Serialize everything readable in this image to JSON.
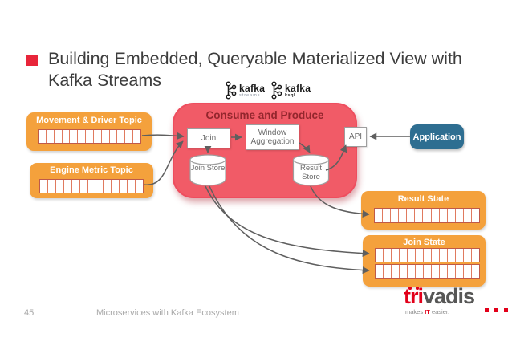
{
  "slide": {
    "title": "Building Embedded, Queryable Materialized View with Kafka Streams",
    "page_number": "45",
    "footer_text": "Microservices with Kafka Ecosystem"
  },
  "kafka_logos": [
    {
      "name": "kafka",
      "subtitle": "streams"
    },
    {
      "name": "kafka",
      "subtitle": "ksql"
    }
  ],
  "diagram": {
    "topics_left": [
      {
        "label": "Movement & Driver Topic",
        "cells": 13
      },
      {
        "label": "Engine Metric Topic",
        "cells": 13
      }
    ],
    "consume_produce": {
      "title": "Consume and Produce",
      "join_label": "Join",
      "window_aggregation_label": "Window Aggregation",
      "join_store_label": "Join Store",
      "result_store_label": "Result Store",
      "api_label": "API"
    },
    "application_label": "Application",
    "states_right": [
      {
        "label": "Result State",
        "cells": 13
      },
      {
        "label": "Join State",
        "cells": 13
      }
    ]
  },
  "trivadis_logo": {
    "brand_red": "tri",
    "brand_gray": "vadis",
    "tagline_pre": "makes ",
    "tagline_accent": "IT",
    "tagline_post": " easier."
  },
  "colors": {
    "bullet_red": "#e8253a",
    "topic_orange": "#f4a13c",
    "consume_box_red": "#f15b67",
    "consume_title_maroon": "#93262d",
    "application_blue": "#2e6e91",
    "queue_cell_border": "#e07a5f",
    "arrow_gray": "#5f5f5f",
    "trivadis_red": "#e2001a",
    "footer_gray": "#a9a9a9"
  }
}
